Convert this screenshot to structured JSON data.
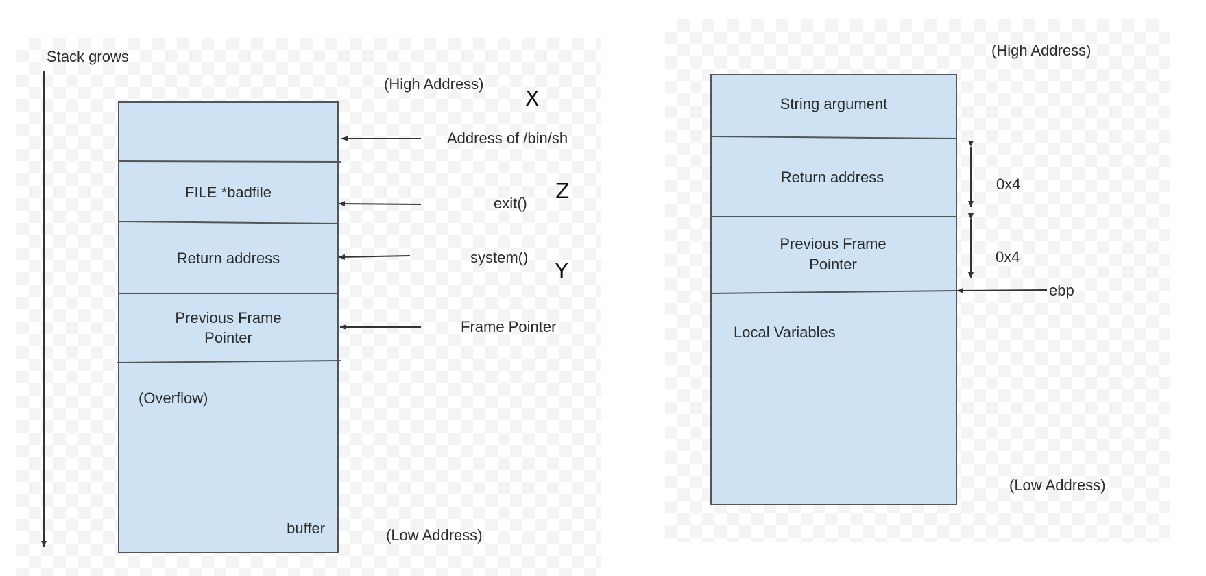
{
  "left": {
    "stack_grows": "Stack grows",
    "high_address": "(High Address)",
    "low_address": "(Low Address)",
    "mark_x": "X",
    "mark_z": "Z",
    "mark_y": "Y",
    "cells": {
      "file": "FILE *badfile",
      "return": "Return address",
      "prev_line1": "Previous Frame",
      "prev_line2": "Pointer",
      "overflow": "(Overflow)",
      "buffer": "buffer"
    },
    "pointers": {
      "binsh": "Address of /bin/sh",
      "exit": "exit()",
      "system": "system()",
      "frame_pointer": "Frame Pointer"
    }
  },
  "right": {
    "high_address": "(High Address)",
    "low_address": "(Low Address)",
    "cells": {
      "string_arg": "String argument",
      "return": "Return address",
      "prev_line1": "Previous Frame",
      "prev_line2": "Pointer",
      "locals": "Local Variables"
    },
    "offset_top": "0x4",
    "offset_bottom": "0x4",
    "ebp": "ebp"
  },
  "colors": {
    "stack_fill": "#cfe2f3",
    "stack_stroke": "#555555",
    "line": "#333333"
  }
}
